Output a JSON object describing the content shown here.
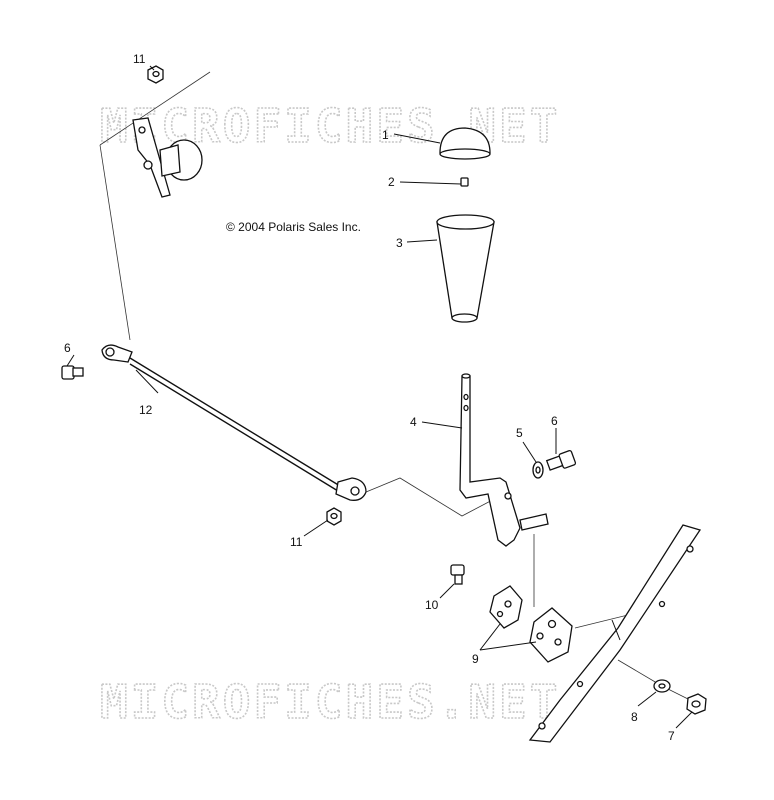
{
  "watermark": "MICROFICHES.NET",
  "copyright": "© 2004 Polaris Sales Inc.",
  "callouts": [
    {
      "id": "c1",
      "label": "1"
    },
    {
      "id": "c2",
      "label": "2"
    },
    {
      "id": "c3",
      "label": "3"
    },
    {
      "id": "c4",
      "label": "4"
    },
    {
      "id": "c5",
      "label": "5"
    },
    {
      "id": "c6a",
      "label": "6"
    },
    {
      "id": "c6b",
      "label": "6"
    },
    {
      "id": "c7",
      "label": "7"
    },
    {
      "id": "c8",
      "label": "8"
    },
    {
      "id": "c9",
      "label": "9"
    },
    {
      "id": "c10",
      "label": "10"
    },
    {
      "id": "c11a",
      "label": "11"
    },
    {
      "id": "c11b",
      "label": "11"
    },
    {
      "id": "c12",
      "label": "12"
    }
  ]
}
